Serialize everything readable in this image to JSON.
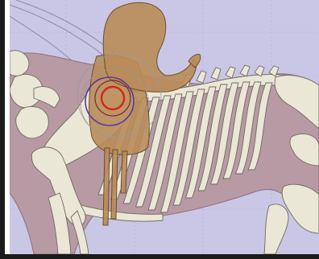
{
  "figure": {
    "colors": {
      "background": "#c9c6e6",
      "grid": "#b3afd6",
      "horse_body": "#b79aa4",
      "horse_outline": "#8e6f7c",
      "bone": "#ebe7d7",
      "bone_outline": "#6f6a5e",
      "saddle": "#b98c58",
      "saddle_outline": "#6c4e2c",
      "circle_outer": "#999999",
      "circle_purple": "#5a37a6",
      "circle_red": "#d4261b",
      "frame": "#1b1b1b"
    },
    "icons": [
      "horse-anatomy-illustration",
      "saddle",
      "rib-cage",
      "scapula",
      "target-circles"
    ]
  }
}
